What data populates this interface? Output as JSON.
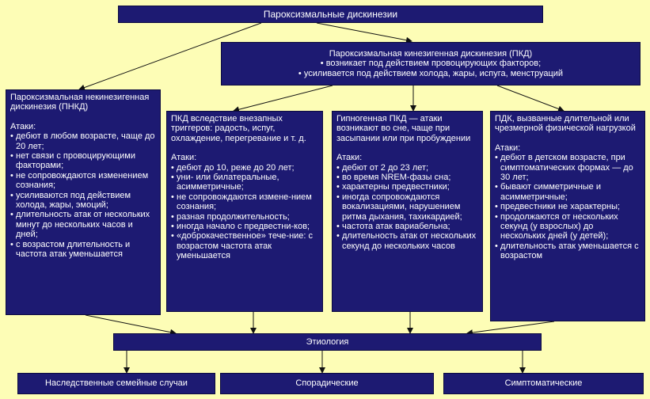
{
  "title": "Пароксизмальные дискинезии",
  "pkd": {
    "title": "Пароксизмальная кинезигенная дискинезия (ПКД)",
    "lines": [
      "• возникает под действием провоцирующих факторов;",
      "• усиливается под действием холода, жары, испуга, менструаций"
    ]
  },
  "pnkd": {
    "title": "Пароксизмальная некинезигенная дискинезия (ПНКД)",
    "attacks_label": "Атаки:",
    "items": [
      "дебют в любом возрасте, чаще до 20 лет;",
      "нет связи с провоцирующими факторами;",
      "не сопровождаются изменением сознания;",
      "усиливаются под действием холода, жары, эмоций;",
      "длительность атак от нескольких минут до нескольких часов и дней;",
      "с возрастом длительность и частота атак уменьшается"
    ]
  },
  "pkd_triggers": {
    "title": "ПКД вследствие внезапных триггеров: радость, испуг, охлаждение, перегревание и т. д.",
    "attacks_label": "Атаки:",
    "items": [
      "дебют до 10, реже до 20 лет;",
      "уни- или билатеральные, асимметричные;",
      "не сопровождаются измене-нием сознания;",
      "разная продолжительность;",
      "иногда начало с предвестни-ков;",
      "«доброкачественное» тече-ние: с возрастом частота атак уменьшается"
    ]
  },
  "hypnogenic": {
    "title": "Гипногенная ПКД — атаки возникают во сне, чаще при засыпании или при пробуждении",
    "attacks_label": "Атаки:",
    "items": [
      "дебют от 2 до 23 лет;",
      "во время NREM-фазы сна;",
      "характерны предвестники;",
      "иногда сопровождаются вокализациями, нарушением ритма дыхания, тахикардией;",
      "частота атак вариабельна;",
      "длительность атак от нескольких секунд до нескольких часов"
    ]
  },
  "exertion": {
    "title": "ПДК, вызванные длительной или чрезмерной физической нагрузкой",
    "attacks_label": "Атаки:",
    "items": [
      "дебют в детском возрасте, при симптоматических формах — до 30 лет;",
      "бывают симметричные и асимметричные;",
      "предвестники не характерны;",
      "продолжаются от нескольких секунд (у взрослых) до нескольких дней (у детей);",
      "длительность атак уменьшается с возрастом"
    ]
  },
  "etiology": {
    "title": "Этиология"
  },
  "etiology_types": [
    "Наследственные семейные случаи",
    "Спорадические",
    "Симптоматические"
  ]
}
